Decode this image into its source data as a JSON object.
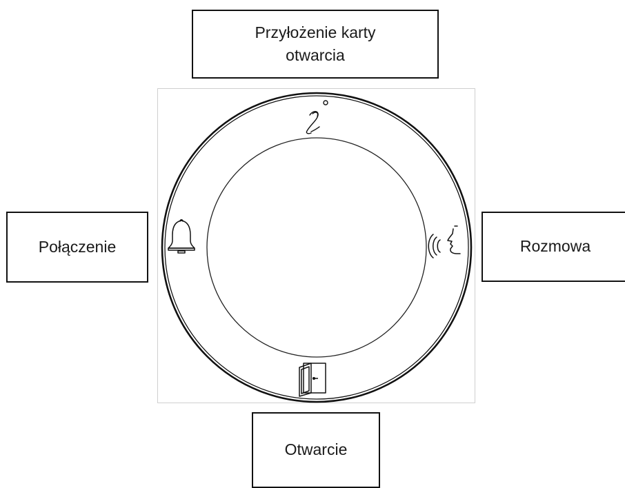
{
  "labels": {
    "card": "Przyłożenie karty\notwarcia",
    "call": "Połączenie",
    "talk": "Rozmowa",
    "open": "Otwarcie"
  },
  "icons": {
    "top": "card-reader-icon",
    "left": "bell-icon",
    "right": "speaking-head-icon",
    "bottom": "door-icon"
  },
  "colors": {
    "stroke": "#111111",
    "frame": "#cfcfcf"
  }
}
